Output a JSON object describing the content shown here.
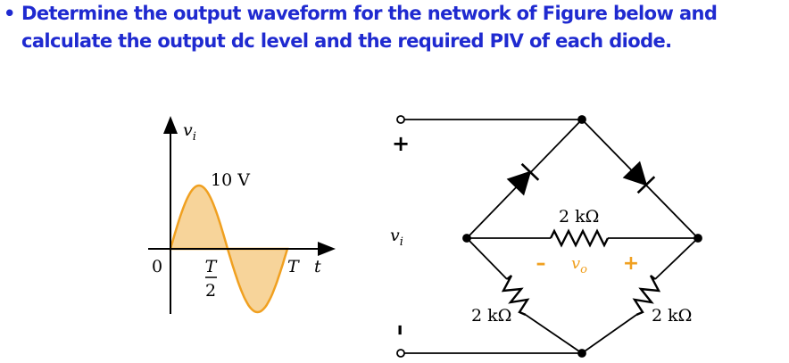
{
  "question": {
    "bullet": "•",
    "text": "Determine the output waveform for the network of Figure below and calculate the output dc level and the required PIV of each diode."
  },
  "waveform": {
    "y_axis_label": "v",
    "y_axis_sub": "i",
    "peak_label": "10 V",
    "origin_label": "0",
    "half_period_num": "T",
    "half_period_den": "2",
    "period_label": "T",
    "time_label": "t",
    "fill_color": "#f7d49a",
    "stroke_color": "#f0a020"
  },
  "circuit": {
    "input_label": "v",
    "input_sub": "i",
    "plus_sign": "+",
    "minus_sign": "–",
    "r_top_label": "2 kΩ",
    "r_left_label": "2 kΩ",
    "r_right_label": "2 kΩ",
    "output_label": "v",
    "output_sub": "o",
    "out_minus": "–",
    "out_plus": "+",
    "polarity_color": "#f0a020"
  }
}
